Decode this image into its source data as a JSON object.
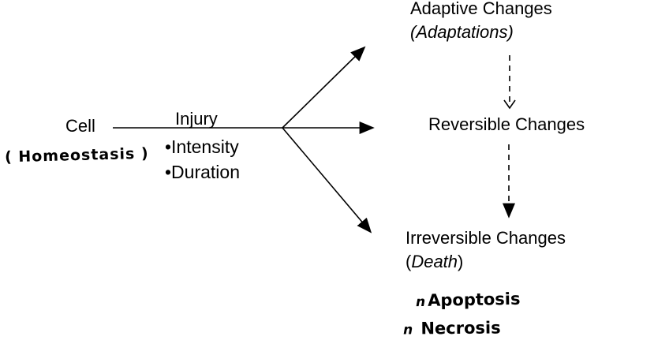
{
  "diagram": {
    "title_semantic": "cell-injury-outcomes-diagram",
    "colors": {
      "ink": "#000000",
      "background": "#ffffff"
    },
    "cell": {
      "label": "Cell",
      "handwritten_annotation": "( Homeostasis )"
    },
    "injury": {
      "label": "Injury",
      "bullets": [
        "•Intensity",
        "•Duration"
      ]
    },
    "outcomes": {
      "adaptive": {
        "line1": "Adaptive Changes",
        "line2": "(Adaptations)"
      },
      "reversible": {
        "label": "Reversible Changes"
      },
      "irreversible": {
        "line1": "Irreversible Changes",
        "paren_open": "(",
        "italic_word": "Death",
        "paren_close": ")"
      },
      "handwritten_annotations": [
        {
          "tick": "n",
          "label": "Apoptosis"
        },
        {
          "tick": "n",
          "label": "Necrosis"
        }
      ]
    }
  }
}
